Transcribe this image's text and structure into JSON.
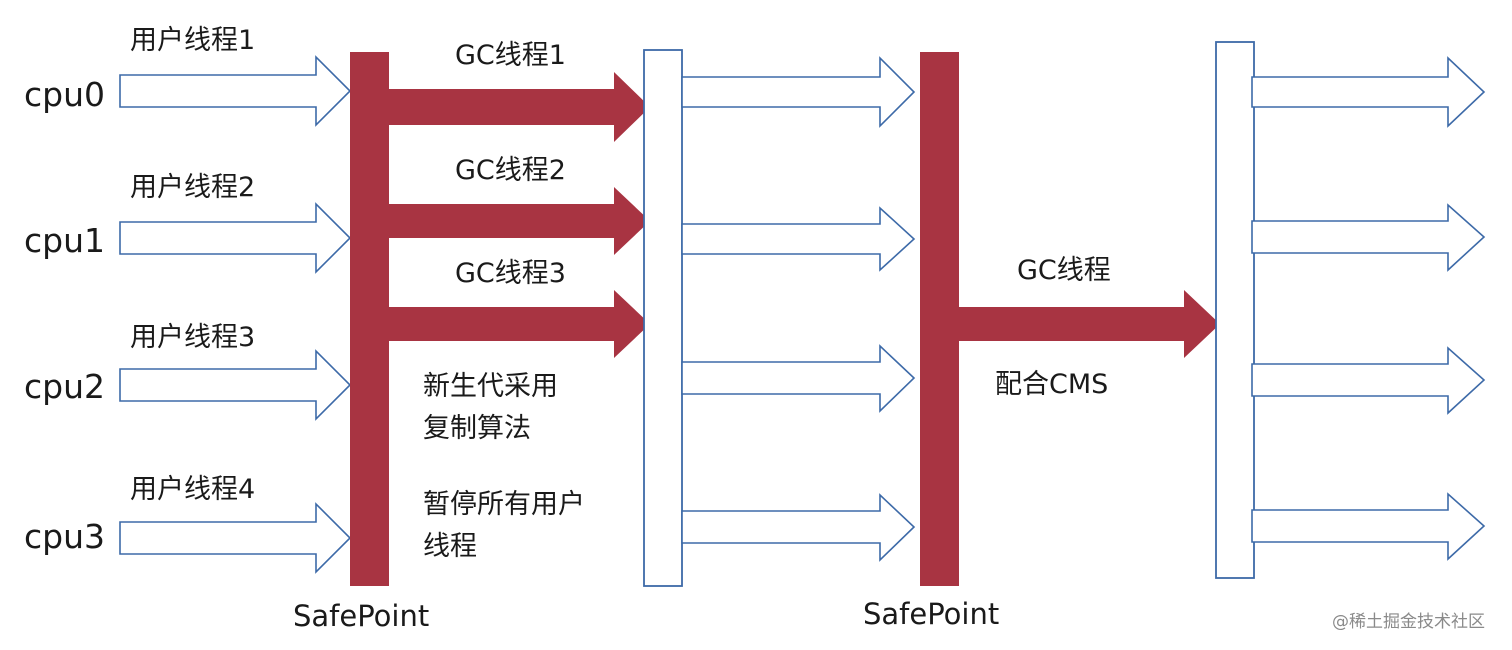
{
  "cpus": [
    "cpu0",
    "cpu1",
    "cpu2",
    "cpu3"
  ],
  "user_threads": [
    "用户线程1",
    "用户线程2",
    "用户线程3",
    "用户线程4"
  ],
  "gc_threads": [
    "GC线程1",
    "GC线程2",
    "GC线程3"
  ],
  "young_gen_note": [
    "新生代采用",
    "复制算法"
  ],
  "stop_note": [
    "暂停所有用户",
    "线程"
  ],
  "old_gen": {
    "gc_label": "GC线程",
    "cms_label": "配合CMS"
  },
  "safepoints": [
    "SafePoint",
    "SafePoint"
  ],
  "watermark": "@稀土掘金技术社区",
  "colors": {
    "safepoint_bar": "#a83442",
    "hollow_stroke": "#3d6aa8",
    "text": "#1a1a1a"
  }
}
